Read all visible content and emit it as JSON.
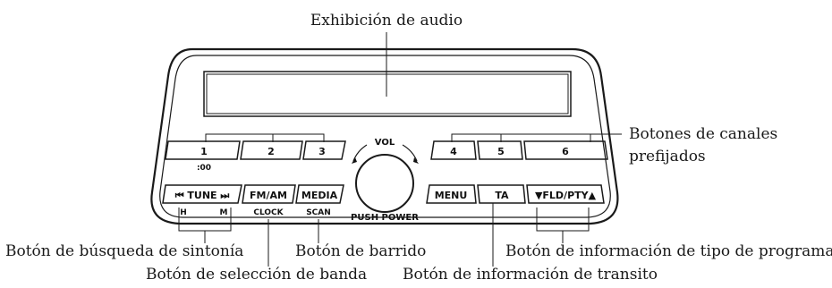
{
  "callouts": {
    "audio_display": "Exhibición de audio",
    "preset_buttons_line1": "Botones de canales",
    "preset_buttons_line2": "prefijados",
    "tune_seek": "Botón de búsqueda de sintonía",
    "band_select": "Botón de selección de banda",
    "scan": "Botón de barrido",
    "traffic_info": "Botón de información de transito",
    "program_type": "Botón de información de tipo de programa"
  },
  "buttons": {
    "preset_1": "1",
    "preset_1_sub": ":00",
    "preset_2": "2",
    "preset_3": "3",
    "preset_4": "4",
    "preset_5": "5",
    "preset_6": "6",
    "tune": "⏮ TUNE ⏭",
    "tune_sub_h": "H",
    "tune_sub_m": "M",
    "fm_am": "FM/AM",
    "fm_am_sub": "CLOCK",
    "media": "MEDIA",
    "media_sub": "SCAN",
    "menu": "MENU",
    "ta": "TA",
    "fld_pty": "▼FLD/PTY▲"
  },
  "knob": {
    "vol": "VOL",
    "push_power": "PUSH POWER"
  }
}
